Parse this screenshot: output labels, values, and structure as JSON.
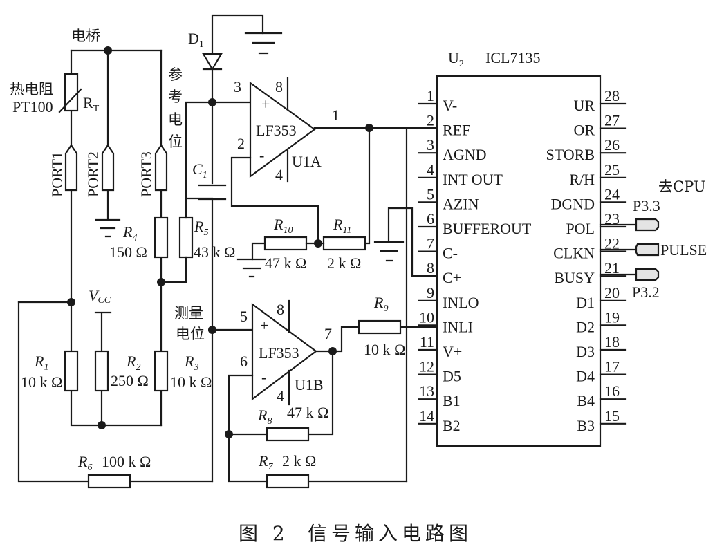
{
  "figure": {
    "caption_prefix": "图 2",
    "caption_title": "信号输入电路图"
  },
  "bridge": {
    "label": "电桥",
    "rtd_label": "热电阻",
    "rtd_type": "PT100",
    "rt_name": "R",
    "rt_sub": "T",
    "ports": [
      "PORT1",
      "PORT2",
      "PORT3"
    ],
    "ref_potential": [
      "参",
      "考",
      "电",
      "位"
    ],
    "meas_potential": [
      "测量",
      "电位"
    ],
    "vcc_name": "V",
    "vcc_sub": "CC"
  },
  "components": {
    "D1": {
      "name": "D",
      "sub": "1"
    },
    "C1": {
      "name": "C",
      "sub": "1"
    },
    "R1": {
      "name": "R",
      "sub": "1",
      "value": "10 k Ω"
    },
    "R2": {
      "name": "R",
      "sub": "2",
      "value": "250  Ω"
    },
    "R3": {
      "name": "R",
      "sub": "3",
      "value": "10 k Ω"
    },
    "R4": {
      "name": "R",
      "sub": "4",
      "value": "150  Ω"
    },
    "R5": {
      "name": "R",
      "sub": "5",
      "value": "43 k Ω"
    },
    "R6": {
      "name": "R",
      "sub": "6",
      "value": "100 k Ω"
    },
    "R7": {
      "name": "R",
      "sub": "7",
      "value": "2 k Ω"
    },
    "R8": {
      "name": "R",
      "sub": "8",
      "value": "47 k Ω"
    },
    "R9": {
      "name": "R",
      "sub": "9",
      "value": "10 k Ω"
    },
    "R10": {
      "name": "R",
      "sub": "10",
      "value": "47 k Ω"
    },
    "R11": {
      "name": "R",
      "sub": "11",
      "value": "2 k Ω"
    }
  },
  "opamp_a": {
    "part": "LF353",
    "unit": "U1A",
    "pins": {
      "plus": "3",
      "minus": "2",
      "out": "1",
      "vpos": "8",
      "vneg": "4"
    },
    "plus_sign": "+",
    "minus_sign": "-"
  },
  "opamp_b": {
    "part": "LF353",
    "unit": "U1B",
    "pins": {
      "plus": "5",
      "minus": "6",
      "out": "7",
      "vpos": "8",
      "vneg": "4"
    },
    "plus_sign": "+",
    "minus_sign": "-"
  },
  "adc": {
    "ref": "U",
    "ref_sub": "2",
    "part": "ICL7135",
    "left_pins": [
      {
        "num": "1",
        "name": "V-"
      },
      {
        "num": "2",
        "name": "REF"
      },
      {
        "num": "3",
        "name": "AGND"
      },
      {
        "num": "4",
        "name": "INT OUT"
      },
      {
        "num": "5",
        "name": "AZIN"
      },
      {
        "num": "6",
        "name": "BUFFEROUT"
      },
      {
        "num": "7",
        "name": "C-"
      },
      {
        "num": "8",
        "name": "C+"
      },
      {
        "num": "9",
        "name": "INLO"
      },
      {
        "num": "10",
        "name": "INLI"
      },
      {
        "num": "11",
        "name": "V+"
      },
      {
        "num": "12",
        "name": "D5"
      },
      {
        "num": "13",
        "name": "B1"
      },
      {
        "num": "14",
        "name": "B2"
      }
    ],
    "right_pins": [
      {
        "num": "28",
        "name": "UR"
      },
      {
        "num": "27",
        "name": "OR"
      },
      {
        "num": "26",
        "name": "STORB"
      },
      {
        "num": "25",
        "name": "R/H"
      },
      {
        "num": "24",
        "name": "DGND"
      },
      {
        "num": "23",
        "name": "POL"
      },
      {
        "num": "22",
        "name": "CLKN"
      },
      {
        "num": "21",
        "name": "BUSY"
      },
      {
        "num": "20",
        "name": "D1"
      },
      {
        "num": "19",
        "name": "D2"
      },
      {
        "num": "18",
        "name": "D3"
      },
      {
        "num": "17",
        "name": "D4"
      },
      {
        "num": "16",
        "name": "B4"
      },
      {
        "num": "15",
        "name": "B3"
      }
    ]
  },
  "cpu": {
    "label": "去CPU",
    "p33": "P3.3",
    "pulse": "PULSE",
    "p32": "P3.2"
  }
}
